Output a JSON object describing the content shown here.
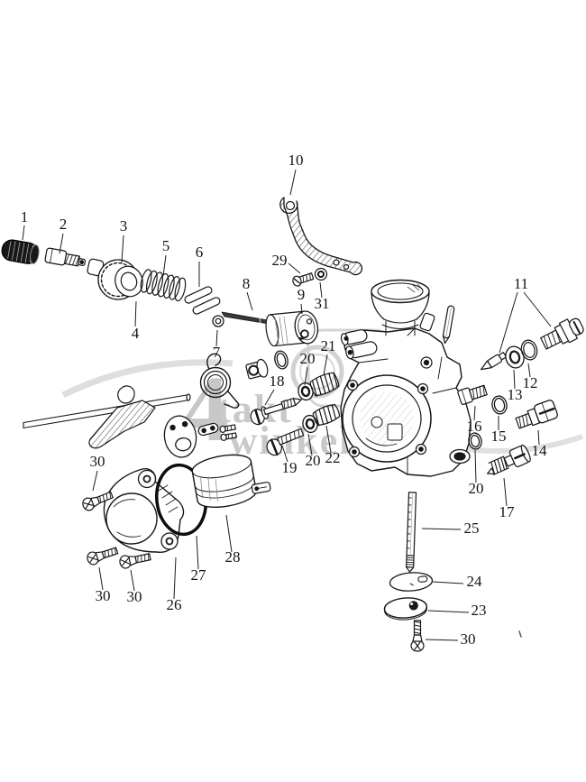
{
  "diagram": {
    "kind": "exploded carburetor parts diagram",
    "background_color": "#ffffff",
    "line_color": "#161616",
    "watermark": {
      "big_numeral": "4",
      "word_top": "takt",
      "word_bottom": "winkel",
      "color": "#c9c9c9"
    },
    "callouts": [
      {
        "label": "1"
      },
      {
        "label": "2"
      },
      {
        "label": "3"
      },
      {
        "label": "4"
      },
      {
        "label": "5"
      },
      {
        "label": "6"
      },
      {
        "label": "7"
      },
      {
        "label": "8"
      },
      {
        "label": "29"
      },
      {
        "label": "9"
      },
      {
        "label": "31"
      },
      {
        "label": "10"
      },
      {
        "label": "11"
      },
      {
        "label": "12"
      },
      {
        "label": "13"
      },
      {
        "label": "14"
      },
      {
        "label": "15"
      },
      {
        "label": "16"
      },
      {
        "label": "20"
      },
      {
        "label": "17"
      },
      {
        "label": "25"
      },
      {
        "label": "24"
      },
      {
        "label": "23"
      },
      {
        "label": "30"
      },
      {
        "label": "18"
      },
      {
        "label": "20"
      },
      {
        "label": "21"
      },
      {
        "label": "19"
      },
      {
        "label": "20"
      },
      {
        "label": "22"
      },
      {
        "label": "30"
      },
      {
        "label": "30"
      },
      {
        "label": "30"
      },
      {
        "label": "26"
      },
      {
        "label": "27"
      },
      {
        "label": "28"
      }
    ]
  }
}
